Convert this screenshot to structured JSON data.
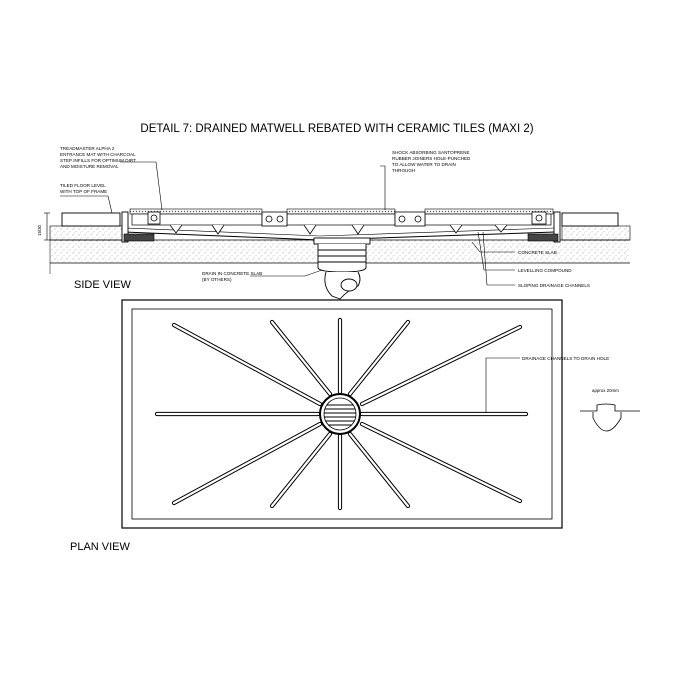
{
  "title": "DETAIL 7: DRAINED MATWELL REBATED WITH CERAMIC TILES (MAXI 2)",
  "side_view_label": "SIDE VIEW",
  "plan_view_label": "PLAN VIEW",
  "annotations": {
    "mat_line1": "TREADMASTER ALPHA 2",
    "mat_line2": "ENTRANCE MAT WITH CHARCOAL",
    "mat_line3": "STEP INFILLS FOR OPTIMUM DIRT",
    "mat_line4": "AND MOISTURE REMOVAL",
    "tiled_line1": "TILED FLOOR LEVEL",
    "tiled_line2": "WITH TOP OF FRAME",
    "shock_line1": "SHOCK ABSORBING SANTOPRENE",
    "shock_line2": "RUBBER JOINERS HOLE-PUNCHED",
    "shock_line3": "TO ALLOW WATER TO DRAIN",
    "shock_line4": "THROUGH",
    "concrete_slab": "CONCRETE SLAB",
    "levelling": "LEVELLING COMPOUND",
    "sloping": "SLOPING DRAINAGE CHANNELS",
    "drain_line1": "DRAIN IN CONCRETE SLAB",
    "drain_line2": "(BY OTHERS)",
    "channels_to_drain": "DRAINAGE CHANNELS TO DRAIN HOLE",
    "approx": "approx 20mm",
    "dimension": "15/30"
  }
}
